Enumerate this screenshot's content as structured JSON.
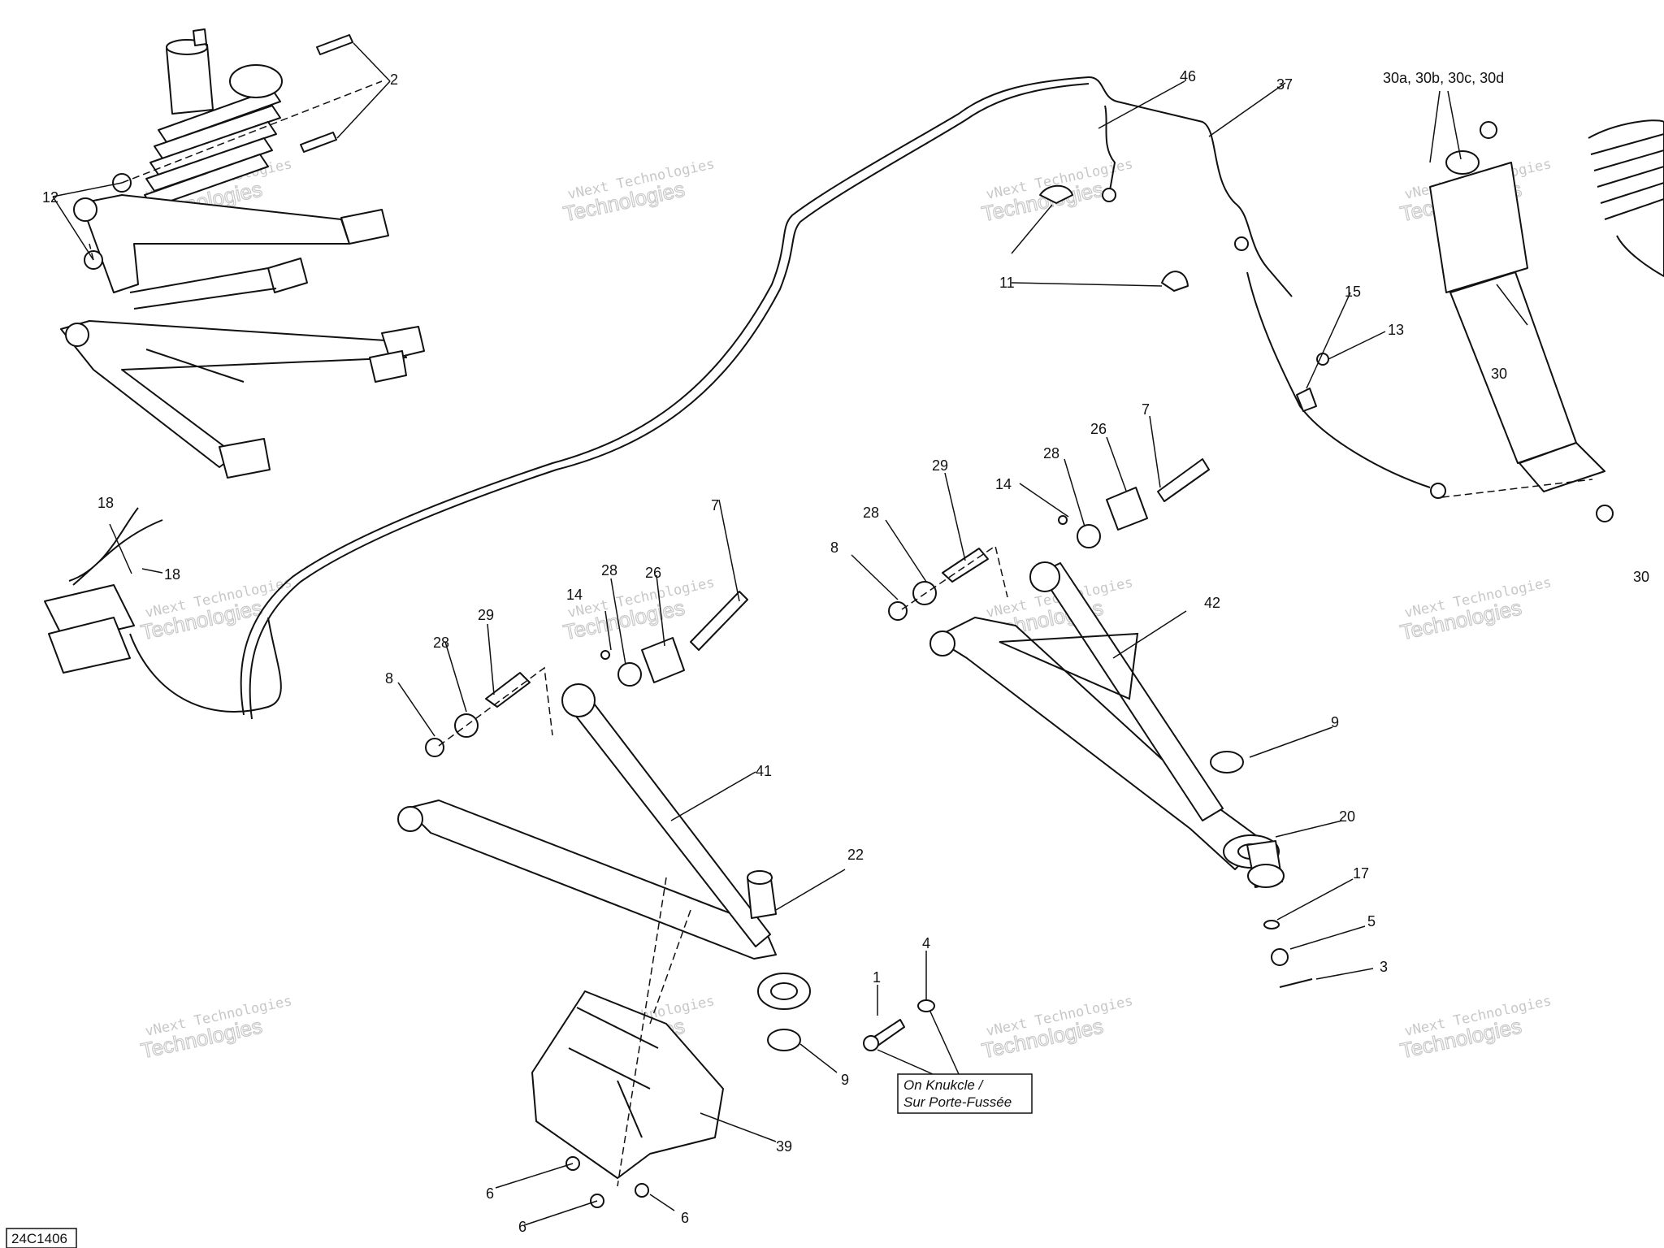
{
  "diagram_code": "24C1406",
  "note": {
    "line1": "On Knukcle /",
    "line2": "Sur Porte-Fussée"
  },
  "watermark": {
    "line1": "vNext Technologies",
    "line2": "Technologies",
    "line3": "vNext"
  },
  "callouts": {
    "c2": "2",
    "c12": "12",
    "c46": "46",
    "c37": "37",
    "c30abcd": "30a, 30b, 30c, 30d",
    "c11": "11",
    "c15": "15",
    "c13": "13",
    "c30": "30",
    "c30edge": "30",
    "c18a": "18",
    "c18b": "18",
    "c7a": "7",
    "c26a": "26",
    "c28a": "28",
    "c14a": "14",
    "c29a": "29",
    "c28b": "28",
    "c8a": "8",
    "c7b": "7",
    "c26b": "26",
    "c28c": "28",
    "c29b": "29",
    "c14b": "14",
    "c28d": "28",
    "c8b": "8",
    "c42": "42",
    "c41": "41",
    "c9a": "9",
    "c20": "20",
    "c22": "22",
    "c17": "17",
    "c5": "5",
    "c3": "3",
    "c4": "4",
    "c1": "1",
    "c9b": "9",
    "c39": "39",
    "c6a": "6",
    "c6b": "6",
    "c6c": "6"
  }
}
